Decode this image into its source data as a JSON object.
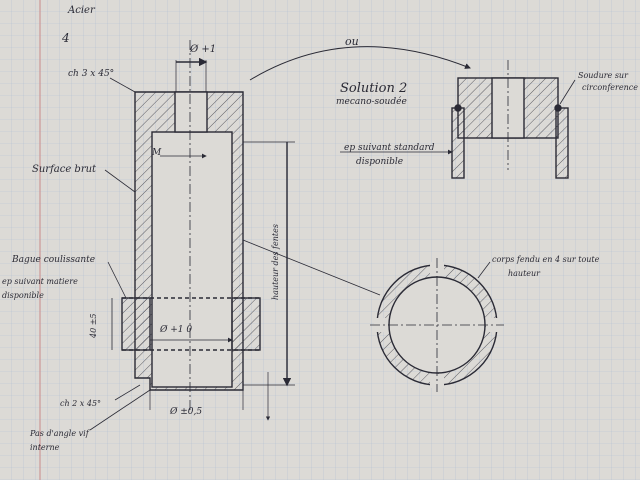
{
  "header": {
    "material": "Acier",
    "item_number": "4"
  },
  "labels": {
    "top_dim": "Ø +1",
    "ou": "ou",
    "chamfer_top": "ch 3 x 45°",
    "solution_title": "Solution 2",
    "solution_sub": "mecano-soudée",
    "weld": "Soudure sur",
    "weld2": "circonference",
    "ep_standard": "ep suivant standard",
    "ep_standard2": "disponible",
    "m_mark": "M",
    "surface_brut": "Surface brut",
    "hauteur": "hauteur des fentes",
    "bague": "Bague coulissante",
    "ep_matiere": "ep suivant matiere",
    "disponible": "disponible",
    "dim_40": "40 ±5",
    "dim_inner": "Ø +1 0",
    "corps_fendu": "corps fendu en 4 sur toute",
    "corps_fendu2": "hauteur",
    "chamfer_bottom": "ch 2 x 45°",
    "dim_bottom": "Ø ±0,5",
    "pas_angle": "Pas d'angle vif",
    "interne": "interne"
  },
  "colors": {
    "paper": "#dcdad6",
    "grid": "#9fb0c8",
    "margin_line": "#c98a8a",
    "ink": "#2a2a35"
  }
}
